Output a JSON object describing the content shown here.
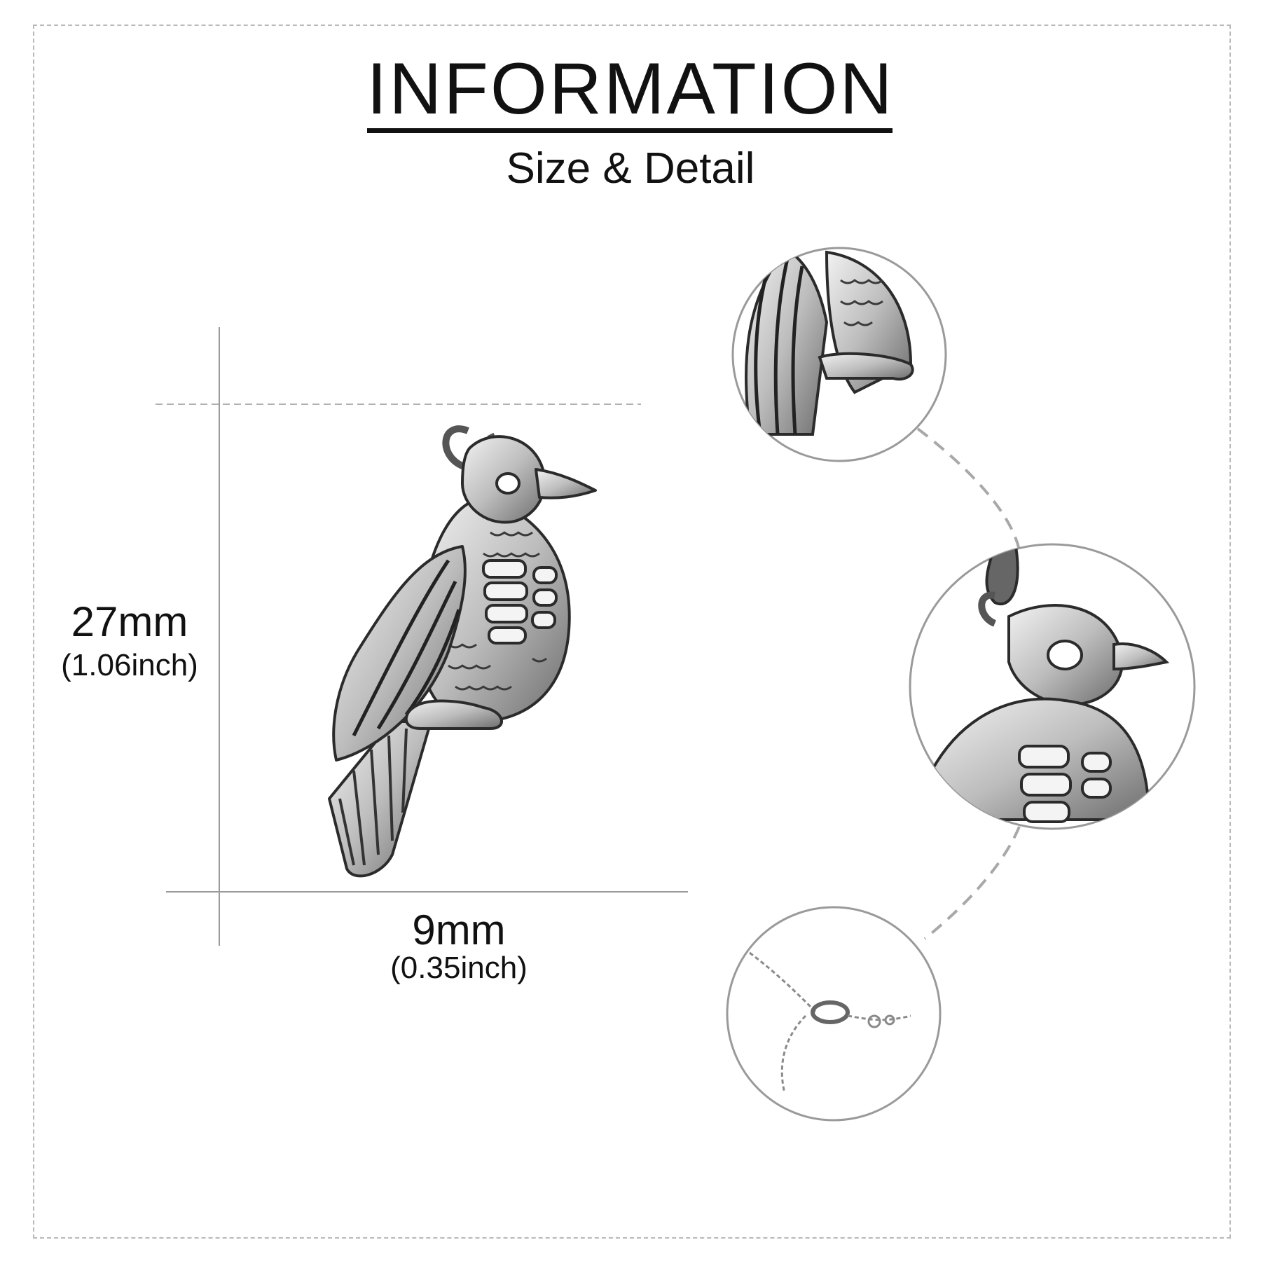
{
  "header": {
    "title": "INFORMATION",
    "subtitle": "Size & Detail"
  },
  "dimensions": {
    "height_value": "27mm",
    "height_inch": "(1.06inch)",
    "width_value": "9mm",
    "width_inch": "(0.35inch)"
  },
  "detail_views": [
    "wing-and-feet-closeup",
    "head-and-ribcage-closeup",
    "chain-and-clasp-closeup"
  ],
  "colors": {
    "text": "#111111",
    "frame": "#b9b9b9",
    "guide_lines": "#9a9a9a",
    "silver_dark": "#2b2b2b",
    "silver_light": "#d9d9d9"
  }
}
